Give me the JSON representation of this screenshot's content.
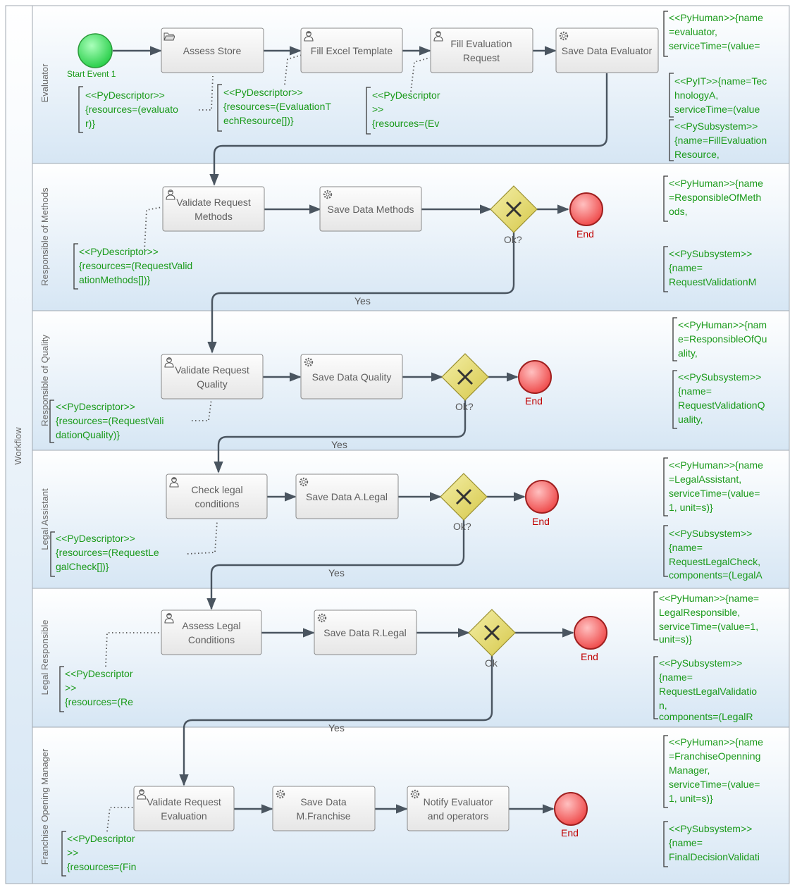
{
  "pool": {
    "label": "Workflow"
  },
  "lanes": [
    {
      "id": "evaluator",
      "label": "Evaluator"
    },
    {
      "id": "methods",
      "label": "Responsible of Methods"
    },
    {
      "id": "quality",
      "label": "Responsible of Quality"
    },
    {
      "id": "legal_assistant",
      "label": "Legal Assistant"
    },
    {
      "id": "legal_responsible",
      "label": "Legal Responsible"
    },
    {
      "id": "franchise",
      "label": "Franchise Opening Manager"
    }
  ],
  "start_event": {
    "label": "Start Event 1"
  },
  "tasks": {
    "assess_store": [
      "Assess Store"
    ],
    "fill_excel": [
      "Fill Excel Template"
    ],
    "fill_eval": [
      "Fill Evaluation",
      "Request"
    ],
    "save_evaluator": [
      "Save Data Evaluator"
    ],
    "validate_methods": [
      "Validate Request",
      "Methods"
    ],
    "save_methods": [
      "Save Data Methods"
    ],
    "validate_quality": [
      "Validate Request",
      "Quality"
    ],
    "save_quality": [
      "Save Data Quality"
    ],
    "check_legal": [
      "Check legal",
      "conditions"
    ],
    "save_alegal": [
      "Save Data A.Legal"
    ],
    "assess_legal": [
      "Assess Legal",
      "Conditions"
    ],
    "save_rlegal": [
      "Save Data R.Legal"
    ],
    "validate_eval": [
      "Validate Request",
      "Evaluation"
    ],
    "save_franchise": [
      "Save Data",
      "M.Franchise"
    ],
    "notify": [
      "Notify Evaluator",
      "and operators"
    ]
  },
  "gateways": {
    "g_methods": "Ok?",
    "g_quality": "Ok?",
    "g_alegal": "Ok?",
    "g_rlegal": "Ok"
  },
  "end_label": "End",
  "flow_labels": {
    "yes": "Yes"
  },
  "descriptors": {
    "d1": [
      "<<PyDescriptor>>",
      "{resources=(evaluato",
      "r)}"
    ],
    "d2": [
      "<<PyDescriptor>>",
      "{resources=(EvaluationT",
      "echResource[])}"
    ],
    "d3": [
      "<<PyDescriptor",
      ">>",
      "{resources=(Ev"
    ],
    "d4": [
      "<<PyDescriptor>>",
      "{resources=(RequestValid",
      "ationMethods[])}"
    ],
    "d5": [
      "<<PyDescriptor>>",
      "{resources=(RequestVali",
      "dationQuality)}"
    ],
    "d6": [
      "<<PyDescriptor>>",
      "{resources=(RequestLe",
      "galCheck[])}"
    ],
    "d7": [
      "<<PyDescriptor",
      ">>",
      "{resources=(Re"
    ],
    "d8": [
      "<<PyDescriptor",
      ">>",
      "{resources=(Fin"
    ]
  },
  "annotations": {
    "a1": [
      "<<PyHuman>>{name",
      "=evaluator,",
      "serviceTime=(value="
    ],
    "a2": [
      "<<PyIT>>{name=Tec",
      "hnologyA,",
      "serviceTime=(value"
    ],
    "a3": [
      "<<PySubsystem>>",
      "{name=FillEvaluation",
      "Resource,"
    ],
    "a4": [
      "<<PyHuman>>{name",
      "=ResponsibleOfMeth",
      "ods,"
    ],
    "a5": [
      "<<PySubsystem>>",
      "{name=",
      "RequestValidationM"
    ],
    "a6": [
      "<<PyHuman>>{nam",
      "e=ResponsibleOfQu",
      "ality,"
    ],
    "a7": [
      "<<PySubsystem>>",
      "{name=",
      "RequestValidationQ",
      "uality,"
    ],
    "a8": [
      "<<PyHuman>>{name",
      "=LegalAssistant,",
      "serviceTime=(value=",
      "1, unit=s)}"
    ],
    "a9": [
      "<<PySubsystem>>",
      "{name=",
      "RequestLegalCheck,",
      "components=(LegalA"
    ],
    "a10": [
      "<<PyHuman>>{name=",
      "LegalResponsible,",
      "serviceTime=(value=1,",
      "unit=s)}"
    ],
    "a11": [
      "<<PySubsystem>>",
      "{name=",
      "RequestLegalValidatio",
      "n,",
      "components=(LegalR"
    ],
    "a12": [
      "<<PyHuman>>{name",
      "=FranchiseOpenning",
      "Manager,",
      "serviceTime=(value=",
      "1, unit=s)}"
    ],
    "a13": [
      "<<PySubsystem>>",
      "{name=",
      "FinalDecisionValidati"
    ]
  },
  "colors": {
    "lane_top": "#ffffff",
    "lane_bottom": "#d6e6f4",
    "annotation_text": "#1a9a1a",
    "start_fill": "#33dd55",
    "end_fill": "#f05050",
    "gateway_fill": "#e6dc60",
    "flow": "#4a5560"
  },
  "icons": {
    "assess_store": "folder-icon",
    "fill_excel": "user-icon",
    "fill_eval": "user-icon",
    "save_evaluator": "gear-icon",
    "validate_methods": "user-icon",
    "save_methods": "gear-icon",
    "validate_quality": "user-icon",
    "save_quality": "gear-icon",
    "check_legal": "user-icon",
    "save_alegal": "gear-icon",
    "assess_legal": "user-icon",
    "save_rlegal": "gear-icon",
    "validate_eval": "user-icon",
    "save_franchise": "gear-icon",
    "notify": "gear-icon"
  }
}
